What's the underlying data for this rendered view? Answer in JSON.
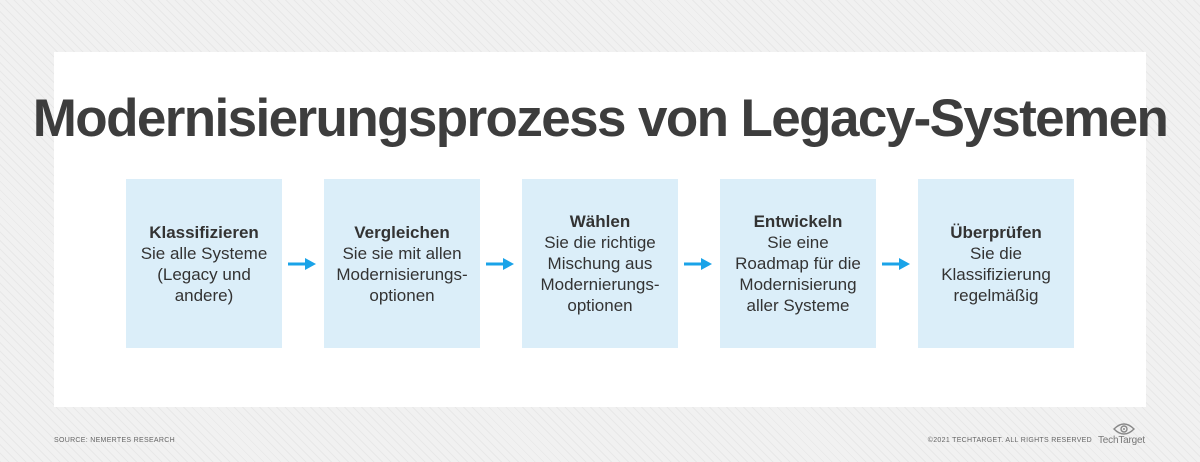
{
  "title": "Modernisierungsprozess von Legacy-Systemen",
  "steps": [
    {
      "head": "Klassifizieren",
      "body": "Sie alle Systeme\n(Legacy und\nandere)"
    },
    {
      "head": "Vergleichen",
      "body": "Sie sie mit allen\nModernisierungs-\noptionen"
    },
    {
      "head": "Wählen",
      "body": "Sie die richtige\nMischung aus\nModernierungs-\noptionen"
    },
    {
      "head": "Entwickeln",
      "body": "Sie eine\nRoadmap für die\nModernisierung\naller Systeme"
    },
    {
      "head": "Überprüfen",
      "body": "Sie die\nKlassifizierung\nregelmäßig"
    }
  ],
  "footer": {
    "source": "SOURCE: NEMERTES RESEARCH",
    "copyright": "©2021 TECHTARGET. ALL RIGHTS RESERVED",
    "brand": "TechTarget"
  },
  "colors": {
    "box": "#dbeef9",
    "arrow": "#1aa3e8",
    "title": "#3d3d3d"
  }
}
